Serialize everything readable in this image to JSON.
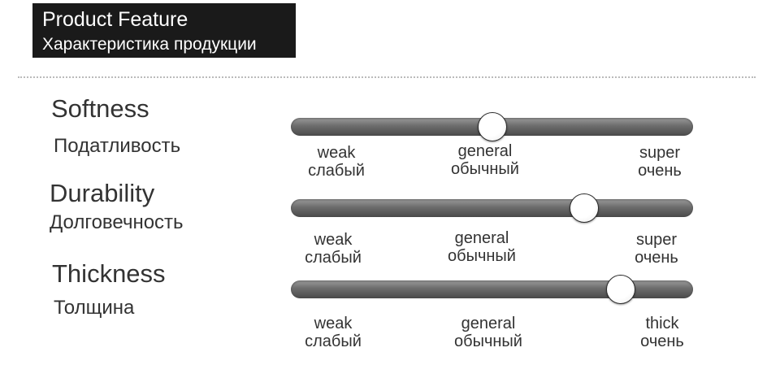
{
  "header": {
    "title": "Product Feature",
    "subtitle": "Характеристика продукции"
  },
  "features": [
    {
      "name_en": "Softness",
      "name_ru": "Податливость",
      "level": 0.5,
      "ticks": [
        {
          "en": "weak",
          "ru": "слабый"
        },
        {
          "en": "general",
          "ru": "обычный"
        },
        {
          "en": "super",
          "ru": "очень"
        }
      ]
    },
    {
      "name_en": "Durability",
      "name_ru": "Долговечность",
      "level": 0.73,
      "ticks": [
        {
          "en": "weak",
          "ru": "слабый"
        },
        {
          "en": "general",
          "ru": "обычный"
        },
        {
          "en": "super",
          "ru": "очень"
        }
      ]
    },
    {
      "name_en": "Thickness",
      "name_ru": "Толщина",
      "level": 0.82,
      "ticks": [
        {
          "en": "weak",
          "ru": "слабый"
        },
        {
          "en": "general",
          "ru": "обычный"
        },
        {
          "en": "thick",
          "ru": "очень"
        }
      ]
    }
  ]
}
